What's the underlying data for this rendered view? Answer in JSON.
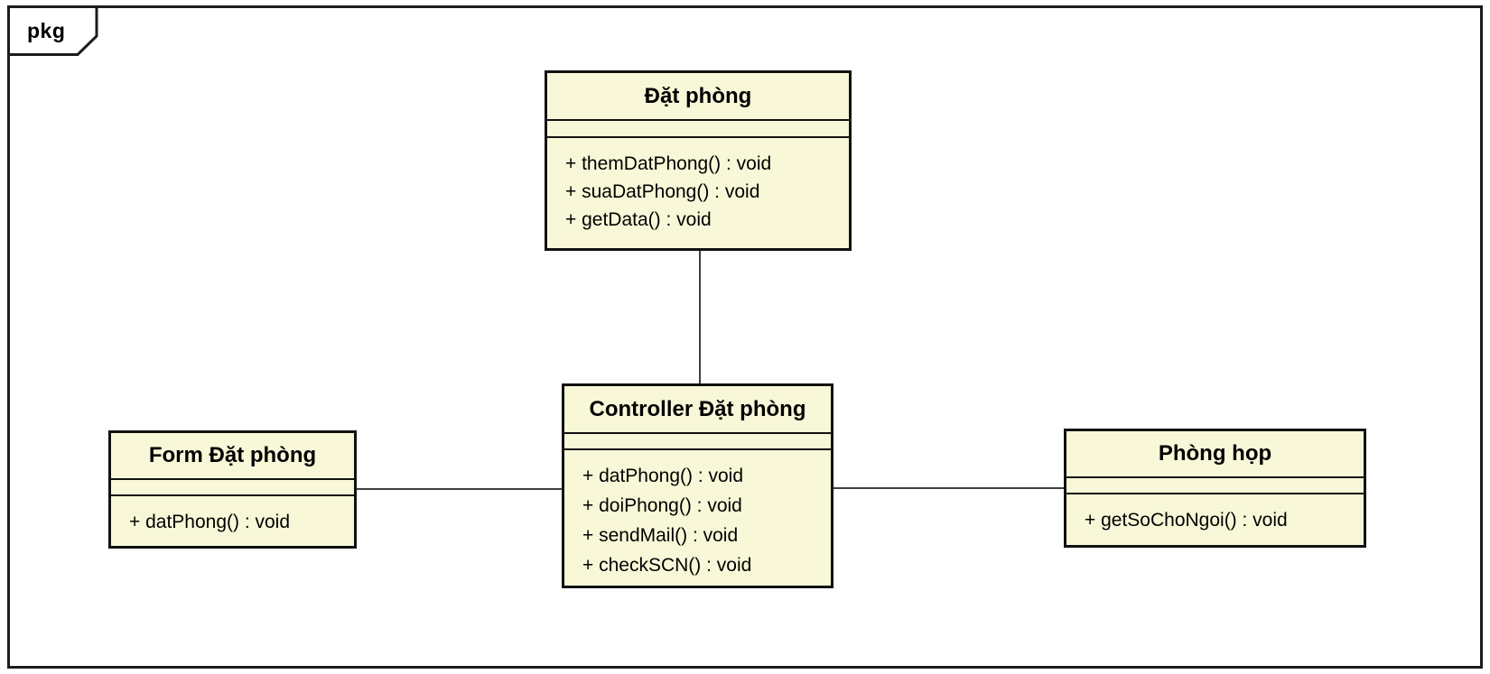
{
  "package_frame": {
    "label": "pkg"
  },
  "classes": [
    {
      "name": "Đặt phòng",
      "attributes": [],
      "methods": [
        "+ themDatPhong() : void",
        "+ suaDatPhong() : void",
        "+ getData() : void"
      ]
    },
    {
      "name": "Controller Đặt phòng",
      "attributes": [],
      "methods": [
        "+ datPhong() : void",
        "+ doiPhong() : void",
        "+ sendMail() : void",
        "+ checkSCN() : void"
      ]
    },
    {
      "name": "Form Đặt phòng",
      "attributes": [],
      "methods": [
        "+ datPhong() : void"
      ]
    },
    {
      "name": "Phòng họp",
      "attributes": [],
      "methods": [
        "+ getSoChoNgoi() : void"
      ]
    }
  ],
  "connections": [
    {
      "from": "Đặt phòng",
      "to": "Controller Đặt phòng",
      "type": "association"
    },
    {
      "from": "Form Đặt phòng",
      "to": "Controller Đặt phòng",
      "type": "association"
    },
    {
      "from": "Controller Đặt phòng",
      "to": "Phòng họp",
      "type": "association"
    }
  ],
  "colors": {
    "class_fill": "#F8F8D8",
    "class_border": "#111111",
    "connector": "#3f3f3f",
    "frame_border": "#1c1c1c",
    "text": "#000000",
    "background": "#FFFFFF"
  }
}
